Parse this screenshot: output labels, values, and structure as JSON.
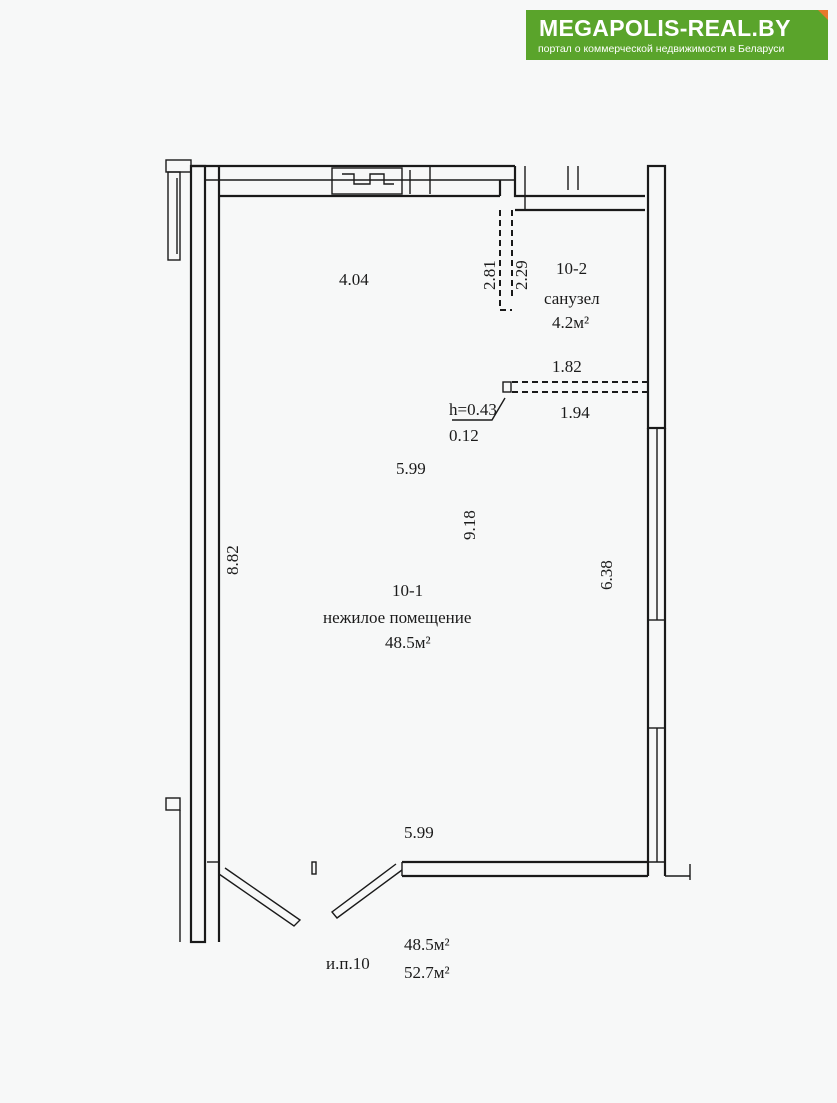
{
  "badge": {
    "brand": "MEGAPOLIS-REAL.BY",
    "tagline": "портал о коммерческой недвижимости в Беларуси",
    "colors": {
      "background": "#5aa42b",
      "corner": "#e8782c",
      "text": "#ffffff"
    }
  },
  "plan": {
    "room_main": {
      "number": "10-1",
      "name": "нежилое помещение",
      "area": "48.5м²"
    },
    "room_wc": {
      "number": "10-2",
      "name": "санузел",
      "area": "4.2м²"
    },
    "dimensions": {
      "top_left": "4.04",
      "wc_width": "2.81",
      "wc_inner": "2.29",
      "partition_top": "1.82",
      "partition_bottom": "1.94",
      "height_mark": "h=0.43",
      "partition_thickness": "0.12",
      "mid_width": "5.99",
      "mid_length": "9.18",
      "left_length": "8.82",
      "right_length": "6.38",
      "bottom_width": "5.99"
    },
    "footer": {
      "ref": "и.п.10",
      "area_1": "48.5м²",
      "area_2": "52.7м²"
    }
  }
}
